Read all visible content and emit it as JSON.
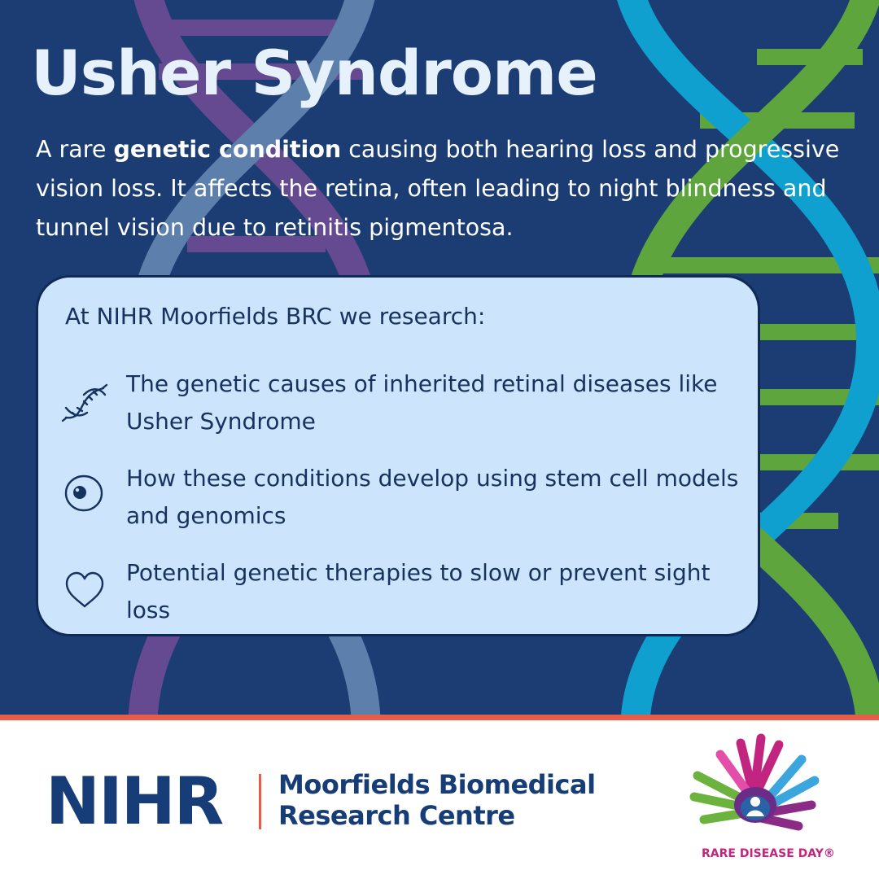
{
  "title": "Usher Syndrome",
  "intro": {
    "prefix": "A rare ",
    "emphasis": "genetic condition",
    "suffix": " causing both hearing loss and progressive vision loss. It affects the retina, often leading to night blindness and tunnel vision due to retinitis pigmentosa."
  },
  "research": {
    "heading": "At NIHR Moorfields BRC we research:",
    "items": [
      {
        "icon": "dna-icon",
        "text": "The genetic causes of inherited retinal diseases like Usher Syndrome"
      },
      {
        "icon": "eye-icon",
        "text": "How these conditions develop using stem cell models and genomics"
      },
      {
        "icon": "heart-icon",
        "text": "Potential genetic therapies to slow or prevent sight loss"
      }
    ]
  },
  "footer": {
    "org_logo": "NIHR",
    "centre_name_line1": "Moorfields Biomedical",
    "centre_name_line2": "Research Centre",
    "event_logo": "RARE DISEASE DAY®"
  },
  "colors": {
    "background": "#1b3d73",
    "card": "#cce4fc",
    "card_text": "#17325f",
    "title": "#e6f1fc",
    "accent_rule": "#e85c4a",
    "dna_left_a": "#5d7fab",
    "dna_left_b": "#664a91",
    "dna_right_a": "#0fa0cf",
    "dna_right_b": "#5da53c",
    "event_logo_text": "#c2257f"
  }
}
